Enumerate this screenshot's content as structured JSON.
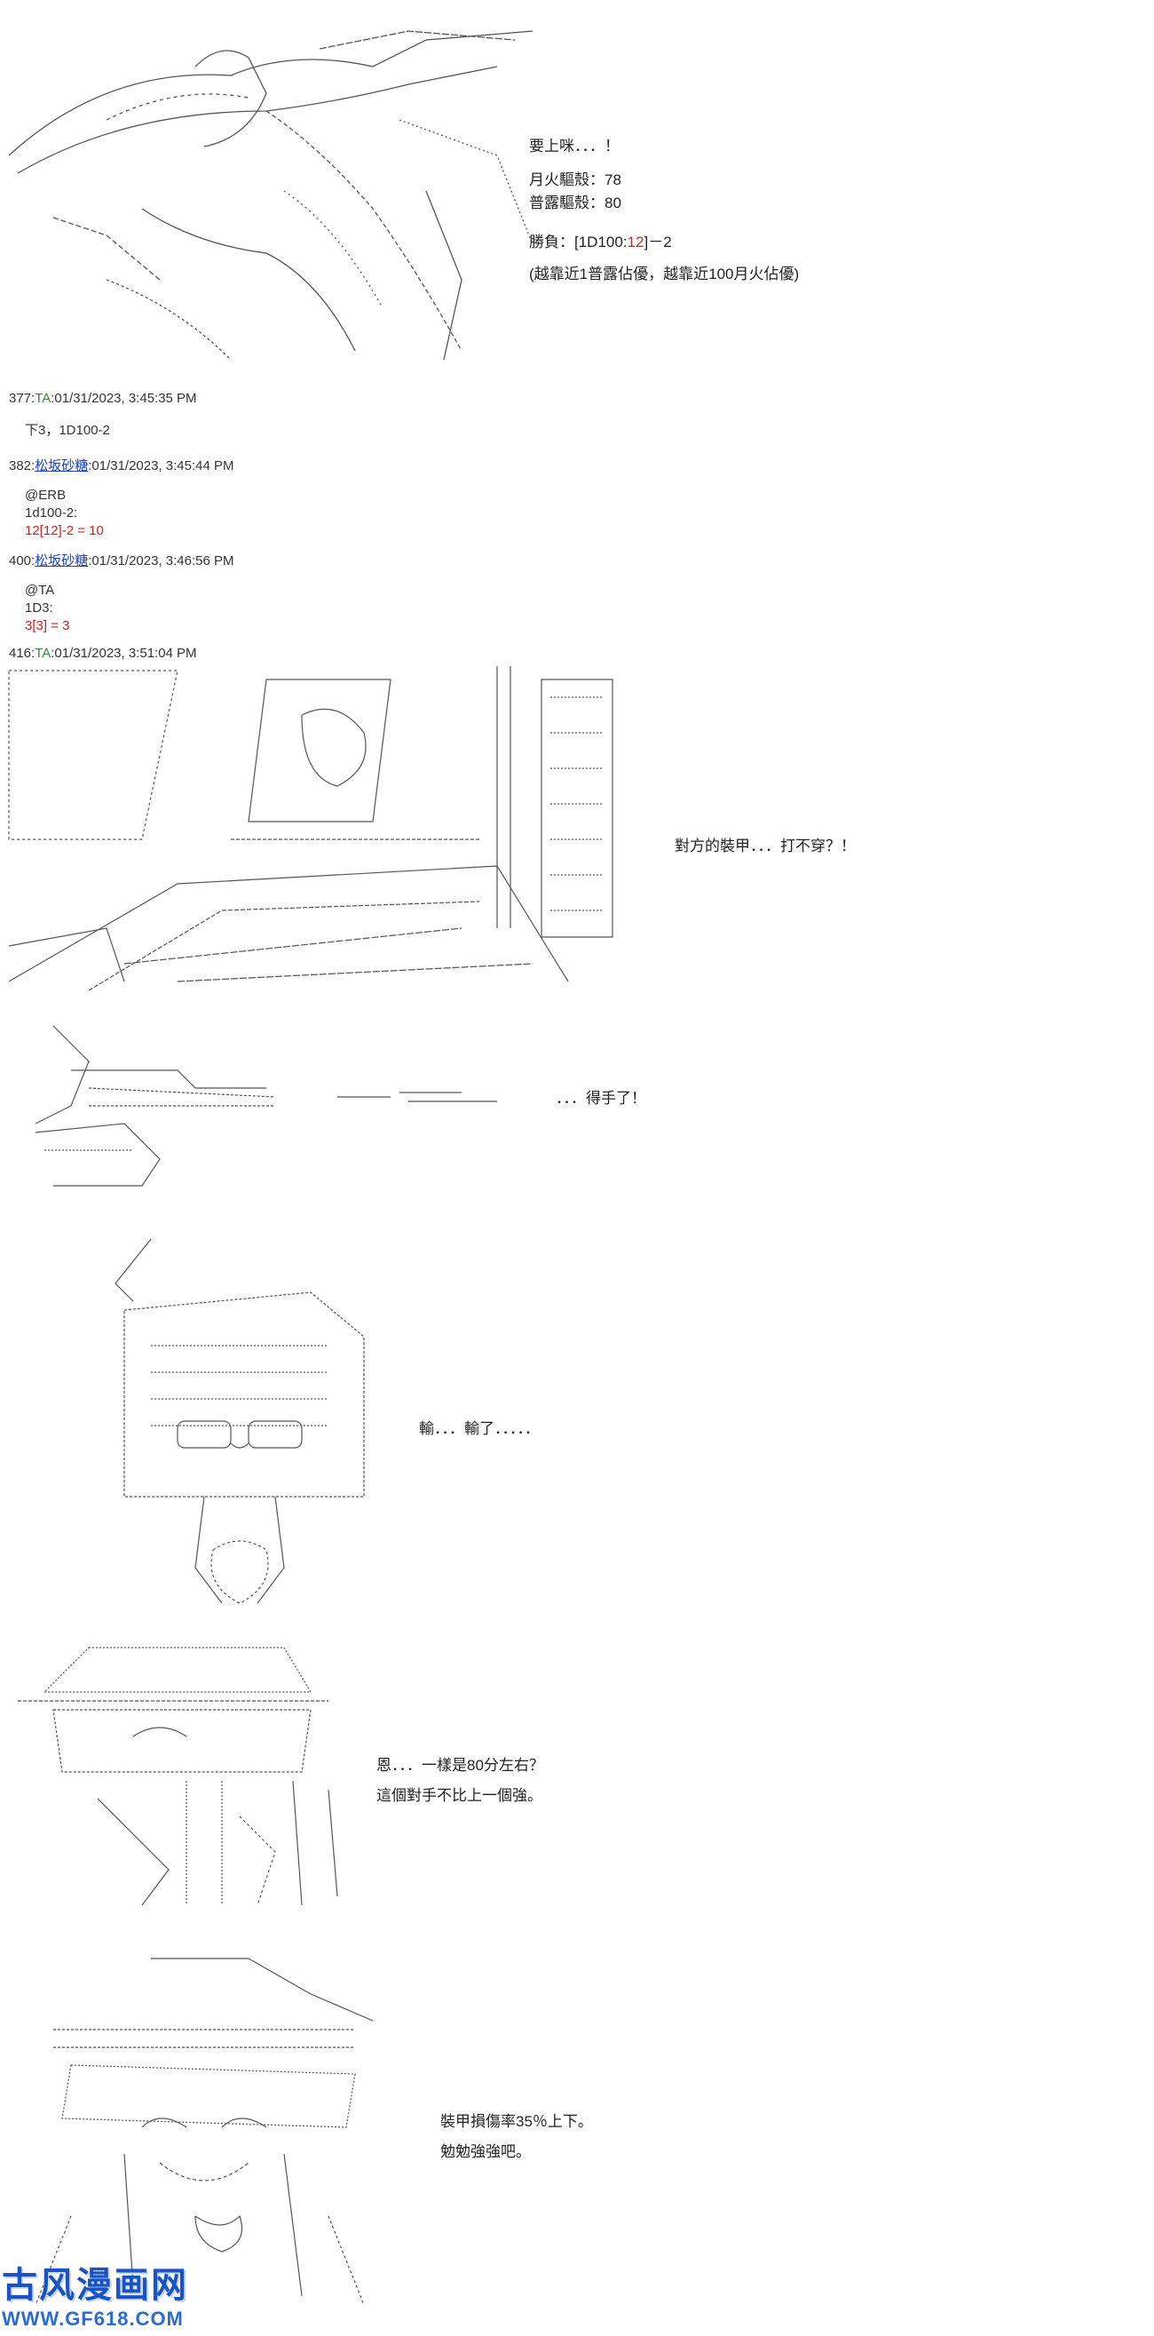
{
  "scene1": {
    "line1": "要上咪．．．！",
    "line2": "月火驅殼：78",
    "line3": "普露驅殼：80",
    "roll_prefix": "勝負：[1D100:",
    "roll_value": "12",
    "roll_suffix": "]－2",
    "note": "(越靠近1普露佔優，越靠近100月火佔優)"
  },
  "posts": [
    {
      "header_num": "377:",
      "user": "TA",
      "timestamp": ":01/31/2023, 3:45:35 PM",
      "body1": "下3，1D100-2"
    },
    {
      "header_num": "382:",
      "user": "松坂砂糖",
      "timestamp": ":01/31/2023, 3:45:44 PM",
      "body1": "@ERB",
      "body2": "1d100-2:",
      "body3": "12[12]-2 = 10"
    },
    {
      "header_num": "400:",
      "user": "松坂砂糖",
      "timestamp": ":01/31/2023, 3:46:56 PM",
      "body1": "@TA",
      "body2": "1D3:",
      "body3": "3[3] = 3"
    },
    {
      "header_num": "416:",
      "user": "TA",
      "timestamp": ":01/31/2023, 3:51:04 PM"
    }
  ],
  "scene2": {
    "line1": "對方的裝甲．．．打不穿？！"
  },
  "scene3": {
    "line1": "．．．得手了！"
  },
  "scene4": {
    "line1": "輸．．．輸了．．．．．"
  },
  "scene5": {
    "line1": "恩．．．一樣是80分左右？",
    "line2": "這個對手不比上一個強。"
  },
  "scene6": {
    "line1": "裝甲損傷率35％上下。",
    "line2": "勉勉強強吧。"
  },
  "watermark": {
    "main": "古风漫画网",
    "sub": "WWW.GF618.COM"
  },
  "colors": {
    "green_user": "#2e8b2e",
    "blue_user": "#1a3fc4",
    "roll_red": "#cc2222",
    "watermark_blue": "#1a54c4"
  }
}
